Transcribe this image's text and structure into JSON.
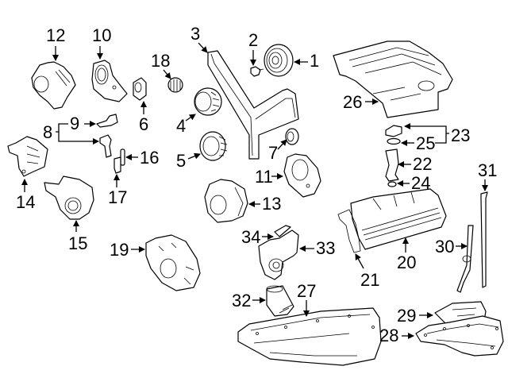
{
  "diagram": {
    "type": "exploded-parts-diagram",
    "background": "#ffffff",
    "line_color": "#000000",
    "callouts": [
      {
        "id": "1",
        "label": "1",
        "part": "crankshaft-pulley"
      },
      {
        "id": "2",
        "label": "2",
        "part": "pulley-bolt"
      },
      {
        "id": "3",
        "label": "3",
        "part": "timing-belt"
      },
      {
        "id": "4",
        "label": "4",
        "part": "idler-pulley"
      },
      {
        "id": "5",
        "label": "5",
        "part": "camshaft-sprocket"
      },
      {
        "id": "6",
        "label": "6",
        "part": "tensioner-bracket"
      },
      {
        "id": "7",
        "label": "7",
        "part": "crankshaft-gear"
      },
      {
        "id": "8",
        "label": "8",
        "part": "sensor-group"
      },
      {
        "id": "9",
        "label": "9",
        "part": "sensor"
      },
      {
        "id": "10",
        "label": "10",
        "part": "tensioner-pulley-bracket"
      },
      {
        "id": "11",
        "label": "11",
        "part": "timing-cover-bracket"
      },
      {
        "id": "12",
        "label": "12",
        "part": "timing-cover-upper"
      },
      {
        "id": "13",
        "label": "13",
        "part": "timing-cover-lower"
      },
      {
        "id": "14",
        "label": "14",
        "part": "engine-mount-bracket"
      },
      {
        "id": "15",
        "label": "15",
        "part": "timing-cover-rear"
      },
      {
        "id": "16",
        "label": "16",
        "part": "gasket"
      },
      {
        "id": "17",
        "label": "17",
        "part": "clip"
      },
      {
        "id": "18",
        "label": "18",
        "part": "idler-pulley-small"
      },
      {
        "id": "19",
        "label": "19",
        "part": "oil-pump"
      },
      {
        "id": "20",
        "label": "20",
        "part": "valve-cover"
      },
      {
        "id": "21",
        "label": "21",
        "part": "valve-cover-gasket"
      },
      {
        "id": "22",
        "label": "22",
        "part": "oil-filler-tube"
      },
      {
        "id": "23",
        "label": "23",
        "part": "oil-filler-cap-group"
      },
      {
        "id": "24",
        "label": "24",
        "part": "o-ring"
      },
      {
        "id": "25",
        "label": "25",
        "part": "cap-gasket"
      },
      {
        "id": "26",
        "label": "26",
        "part": "engine-cover"
      },
      {
        "id": "27",
        "label": "27",
        "part": "oil-pan-upper"
      },
      {
        "id": "28",
        "label": "28",
        "part": "oil-pan-lower"
      },
      {
        "id": "29",
        "label": "29",
        "part": "oil-pan-baffle"
      },
      {
        "id": "30",
        "label": "30",
        "part": "dipstick-tube"
      },
      {
        "id": "31",
        "label": "31",
        "part": "dipstick"
      },
      {
        "id": "32",
        "label": "32",
        "part": "oil-filter"
      },
      {
        "id": "33",
        "label": "33",
        "part": "oil-filter-adapter"
      },
      {
        "id": "34",
        "label": "34",
        "part": "adapter-gasket"
      }
    ]
  }
}
